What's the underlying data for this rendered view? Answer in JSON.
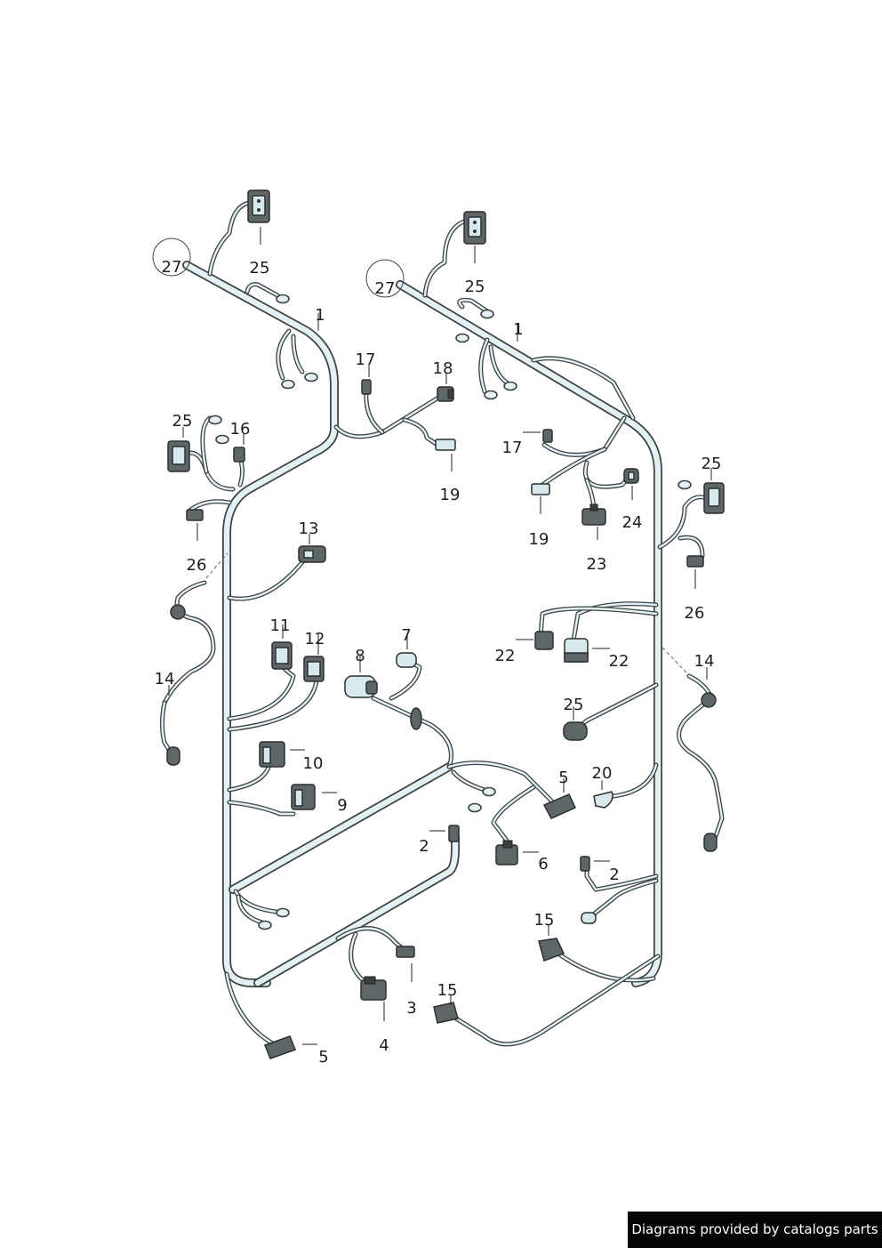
{
  "callouts": [
    {
      "id": "c27a",
      "text": "27"
    },
    {
      "id": "c25a",
      "text": "25"
    },
    {
      "id": "c1a",
      "text": "1"
    },
    {
      "id": "c27b",
      "text": "27"
    },
    {
      "id": "c25b",
      "text": "25"
    },
    {
      "id": "c1b",
      "text": "1"
    },
    {
      "id": "c17a",
      "text": "17"
    },
    {
      "id": "c18",
      "text": "18"
    },
    {
      "id": "c19a",
      "text": "19"
    },
    {
      "id": "c25c",
      "text": "25"
    },
    {
      "id": "c16",
      "text": "16"
    },
    {
      "id": "c26a",
      "text": "26"
    },
    {
      "id": "c17b",
      "text": "17"
    },
    {
      "id": "c19b",
      "text": "19"
    },
    {
      "id": "c24",
      "text": "24"
    },
    {
      "id": "c23",
      "text": "23"
    },
    {
      "id": "c25d",
      "text": "25"
    },
    {
      "id": "c26b",
      "text": "26"
    },
    {
      "id": "c13",
      "text": "13"
    },
    {
      "id": "c14a",
      "text": "14"
    },
    {
      "id": "c11",
      "text": "11"
    },
    {
      "id": "c12",
      "text": "12"
    },
    {
      "id": "c8",
      "text": "8"
    },
    {
      "id": "c7",
      "text": "7"
    },
    {
      "id": "c22a",
      "text": "22"
    },
    {
      "id": "c22b",
      "text": "22"
    },
    {
      "id": "c14b",
      "text": "14"
    },
    {
      "id": "c25e",
      "text": "25"
    },
    {
      "id": "c10",
      "text": "10"
    },
    {
      "id": "c9",
      "text": "9"
    },
    {
      "id": "c5a",
      "text": "5"
    },
    {
      "id": "c20",
      "text": "20"
    },
    {
      "id": "c2a",
      "text": "2"
    },
    {
      "id": "c6",
      "text": "6"
    },
    {
      "id": "c2b",
      "text": "2"
    },
    {
      "id": "c15a",
      "text": "15"
    },
    {
      "id": "c3",
      "text": "3"
    },
    {
      "id": "c15b",
      "text": "15"
    },
    {
      "id": "c4",
      "text": "4"
    },
    {
      "id": "c5b",
      "text": "5"
    }
  ],
  "credit": "Diagrams provided by catalogs parts"
}
